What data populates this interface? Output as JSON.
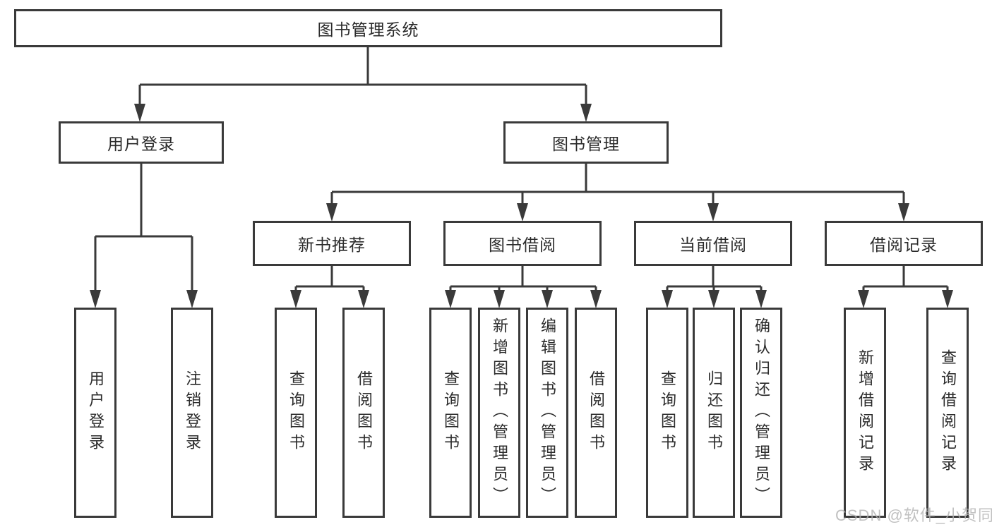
{
  "diagram": {
    "root": {
      "label": "图书管理系统"
    },
    "level1": [
      {
        "label": "用户登录"
      },
      {
        "label": "图书管理"
      }
    ],
    "level2": [
      {
        "label": "新书推荐",
        "parent": "图书管理"
      },
      {
        "label": "图书借阅",
        "parent": "图书管理"
      },
      {
        "label": "当前借阅",
        "parent": "图书管理"
      },
      {
        "label": "借阅记录",
        "parent": "图书管理"
      }
    ],
    "leaves": [
      {
        "label": "用户登录",
        "parent": "用户登录"
      },
      {
        "label": "注销登录",
        "parent": "用户登录"
      },
      {
        "label": "查询图书",
        "parent": "新书推荐"
      },
      {
        "label": "借阅图书",
        "parent": "新书推荐"
      },
      {
        "label": "查询图书",
        "parent": "图书借阅"
      },
      {
        "label": "新增图书（管理员）",
        "parent": "图书借阅"
      },
      {
        "label": "编辑图书（管理员）",
        "parent": "图书借阅"
      },
      {
        "label": "借阅图书",
        "parent": "图书借阅"
      },
      {
        "label": "查询图书",
        "parent": "当前借阅"
      },
      {
        "label": "归还图书",
        "parent": "当前借阅"
      },
      {
        "label": "确认归还（管理员）",
        "parent": "当前借阅"
      },
      {
        "label": "新增借阅记录",
        "parent": "借阅记录"
      },
      {
        "label": "查询借阅记录",
        "parent": "借阅记录"
      }
    ]
  },
  "watermark": {
    "text": "CSDN @软件_小贺同学"
  },
  "colors": {
    "line": "#3a3a3a",
    "box_border": "#3a3a3a",
    "text": "#2b2b2b",
    "watermark": "#b2b2b2",
    "background": "#ffffff"
  }
}
